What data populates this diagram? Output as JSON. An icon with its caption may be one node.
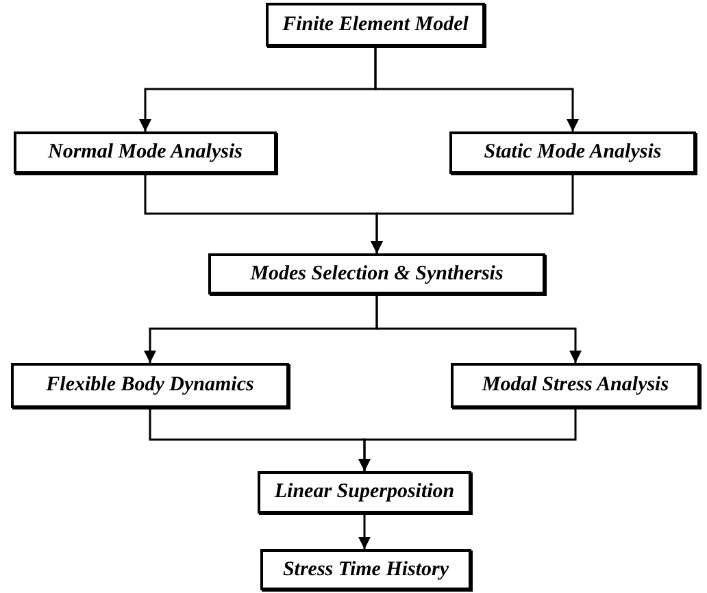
{
  "diagram": {
    "nodes": [
      {
        "text": [
          "Finite Element Model"
        ]
      },
      {
        "text": [
          "Normal Mode Analysis"
        ]
      },
      {
        "text": [
          "Static Mode Analysis"
        ]
      },
      {
        "text": [
          "Modes Selection & Synthersis"
        ]
      },
      {
        "text": [
          "Flexible Body Dynamics"
        ]
      },
      {
        "text": [
          "Modal Stress Analysis"
        ]
      },
      {
        "text": [
          "Linear Superposition"
        ]
      },
      {
        "text": [
          "Stress Time History"
        ]
      }
    ],
    "edges": [
      {
        "from": 0,
        "to": 1,
        "arrow": "to"
      },
      {
        "from": 0,
        "to": 2,
        "arrow": "to"
      },
      {
        "from": 1,
        "to": 3,
        "arrow": "to"
      },
      {
        "from": 2,
        "to": 3,
        "arrow": "to"
      },
      {
        "from": 3,
        "to": 4,
        "arrow": "to"
      },
      {
        "from": 3,
        "to": 5,
        "arrow": "to"
      },
      {
        "from": 4,
        "to": 6,
        "arrow": "to"
      },
      {
        "from": 5,
        "to": 6,
        "arrow": "to"
      },
      {
        "from": 6,
        "to": 7,
        "arrow": "to"
      }
    ]
  }
}
